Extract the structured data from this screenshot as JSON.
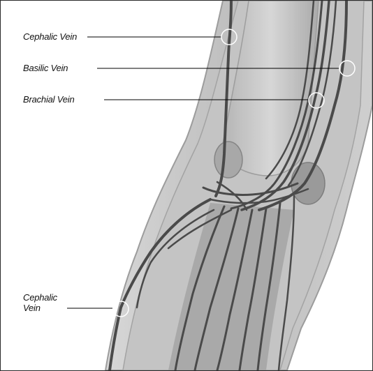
{
  "labels": {
    "cephalic_upper": "Cephalic Vein",
    "basilic": "Basilic Vein",
    "brachial": "Brachial Vein",
    "cephalic_lower_line1": "Cephalic",
    "cephalic_lower_line2": "Vein"
  },
  "colors": {
    "skin_outer": "#c9c9c9",
    "skin_inner": "#a9a9a9",
    "muscle": "#8f8f8f",
    "vein": "#4a4a4a",
    "marker": "#ffffff",
    "leader_line": "#000000"
  }
}
